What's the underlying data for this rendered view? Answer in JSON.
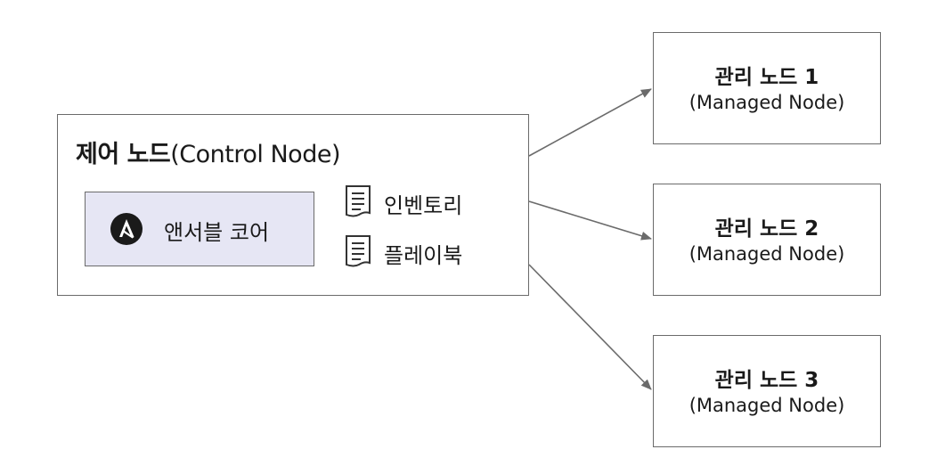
{
  "control_node": {
    "title_bold": "제어 노드",
    "title_rest": "(Control Node)",
    "ansible_core_label": "앤서블 코어",
    "files": [
      {
        "label": "인벤토리",
        "icon": "document-icon"
      },
      {
        "label": "플레이북",
        "icon": "document-icon"
      }
    ]
  },
  "managed_nodes": [
    {
      "title": "관리 노드 1",
      "subtitle": "(Managed Node)"
    },
    {
      "title": "관리 노드 2",
      "subtitle": "(Managed Node)"
    },
    {
      "title": "관리 노드 3",
      "subtitle": "(Managed Node)"
    }
  ],
  "colors": {
    "border": "#6b6b6b",
    "ansible_core_fill": "#e6e6f4",
    "logo": "#1a1a1a",
    "arrow": "#6b6b6b"
  }
}
